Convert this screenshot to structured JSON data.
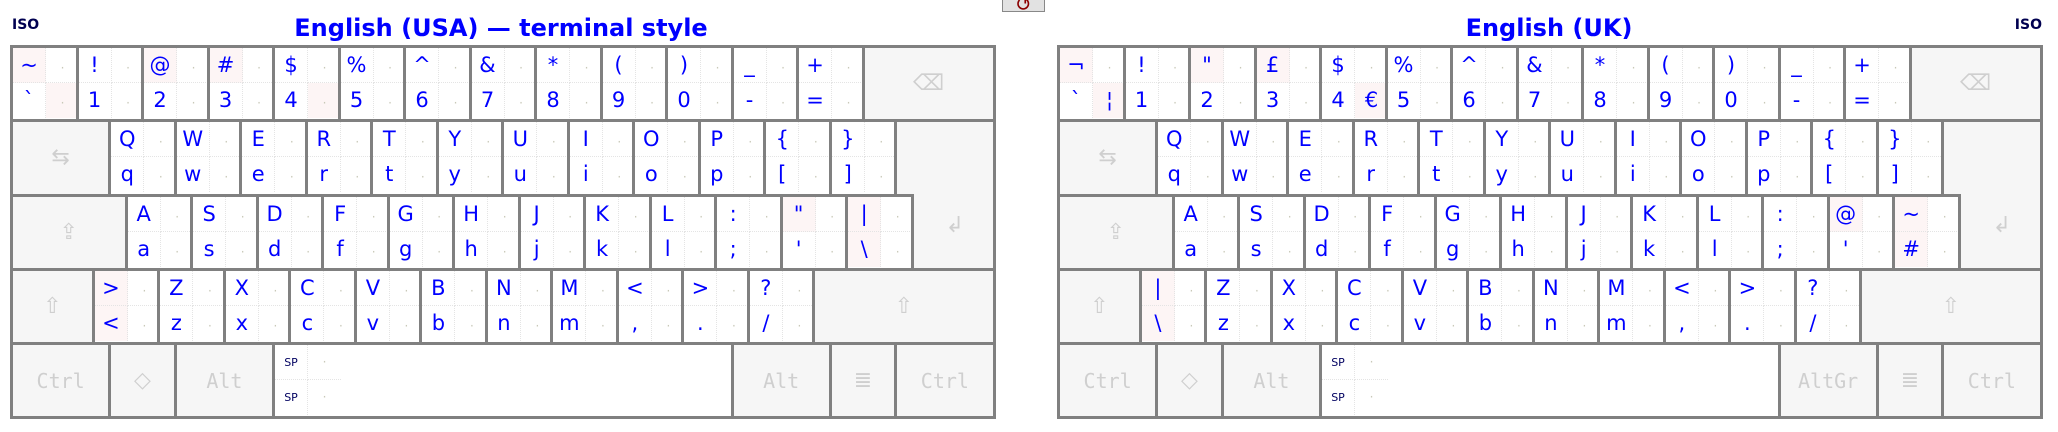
{
  "top_button": {
    "icon": "reset-icon",
    "glyph": "↺"
  },
  "keyboards": [
    {
      "name": "us-terminal",
      "title": "English (USA) — terminal style",
      "form_factor": "ISO",
      "rows": [
        [
          {
            "tl": "~",
            "bl": "`",
            "pink": [
              "tl",
              "br"
            ]
          },
          {
            "tl": "!",
            "bl": "1"
          },
          {
            "tl": "@",
            "bl": "2",
            "pink": [
              "tl"
            ]
          },
          {
            "tl": "#",
            "bl": "3",
            "pink": [
              "tl"
            ]
          },
          {
            "tl": "$",
            "bl": "4",
            "pink": [
              "br"
            ]
          },
          {
            "tl": "%",
            "bl": "5"
          },
          {
            "tl": "^",
            "bl": "6"
          },
          {
            "tl": "&",
            "bl": "7"
          },
          {
            "tl": "*",
            "bl": "8"
          },
          {
            "tl": "(",
            "bl": "9"
          },
          {
            "tl": ")",
            "bl": "0"
          },
          {
            "tl": "_",
            "bl": "-"
          },
          {
            "tl": "+",
            "bl": "="
          },
          {
            "mod": "backspace",
            "w": 2,
            "icon": "backspace-icon"
          }
        ],
        [
          {
            "mod": "tab",
            "w": 1.5,
            "icon": "tab-icon"
          },
          {
            "tl": "Q",
            "bl": "q"
          },
          {
            "tl": "W",
            "bl": "w"
          },
          {
            "tl": "E",
            "bl": "e"
          },
          {
            "tl": "R",
            "bl": "r"
          },
          {
            "tl": "T",
            "bl": "t"
          },
          {
            "tl": "Y",
            "bl": "y"
          },
          {
            "tl": "U",
            "bl": "u"
          },
          {
            "tl": "I",
            "bl": "i"
          },
          {
            "tl": "O",
            "bl": "o"
          },
          {
            "tl": "P",
            "bl": "p"
          },
          {
            "tl": "{",
            "bl": "["
          },
          {
            "tl": "}",
            "bl": "]"
          },
          {
            "mod": "enter",
            "w": 1.5,
            "span": 2,
            "icon": "enter-icon"
          }
        ],
        [
          {
            "mod": "capslock",
            "w": 1.75,
            "icon": "capslock-icon"
          },
          {
            "tl": "A",
            "bl": "a"
          },
          {
            "tl": "S",
            "bl": "s"
          },
          {
            "tl": "D",
            "bl": "d"
          },
          {
            "tl": "F",
            "bl": "f"
          },
          {
            "tl": "G",
            "bl": "g"
          },
          {
            "tl": "H",
            "bl": "h"
          },
          {
            "tl": "J",
            "bl": "j"
          },
          {
            "tl": "K",
            "bl": "k"
          },
          {
            "tl": "L",
            "bl": "l"
          },
          {
            "tl": ":",
            "bl": ";"
          },
          {
            "tl": "\"",
            "bl": "'",
            "pink": [
              "tl"
            ]
          },
          {
            "tl": "|",
            "bl": "\\",
            "pink": [
              "tl",
              "bl"
            ]
          }
        ],
        [
          {
            "mod": "shift-left",
            "w": 1.25,
            "icon": "shift-icon"
          },
          {
            "tl": ">",
            "bl": "<",
            "pink": [
              "tl",
              "bl"
            ]
          },
          {
            "tl": "Z",
            "bl": "z"
          },
          {
            "tl": "X",
            "bl": "x"
          },
          {
            "tl": "C",
            "bl": "c"
          },
          {
            "tl": "V",
            "bl": "v"
          },
          {
            "tl": "B",
            "bl": "b"
          },
          {
            "tl": "N",
            "bl": "n"
          },
          {
            "tl": "M",
            "bl": "m"
          },
          {
            "tl": "<",
            "bl": ","
          },
          {
            "tl": ">",
            "bl": "."
          },
          {
            "tl": "?",
            "bl": "/"
          },
          {
            "mod": "shift-right",
            "w": 2.75,
            "icon": "shift-icon"
          }
        ],
        [
          {
            "mod": "ctrl-left",
            "w": 1.5,
            "label": "Ctrl"
          },
          {
            "mod": "super",
            "w": 1,
            "icon": "super-icon"
          },
          {
            "mod": "alt-left",
            "w": 1.5,
            "label": "Alt"
          },
          {
            "mod": "space",
            "w": 7,
            "tl": "SP",
            "bl": "SP"
          },
          {
            "mod": "alt-right",
            "w": 1.5,
            "label": "Alt"
          },
          {
            "mod": "menu",
            "w": 1,
            "icon": "menu-icon"
          },
          {
            "mod": "ctrl-right",
            "w": 1.5,
            "label": "Ctrl"
          }
        ]
      ]
    },
    {
      "name": "uk",
      "title": "English (UK)",
      "form_factor": "ISO",
      "rows": [
        [
          {
            "tl": "¬",
            "bl": "`",
            "br": "¦",
            "pink": [
              "tl",
              "br"
            ]
          },
          {
            "tl": "!",
            "bl": "1"
          },
          {
            "tl": "\"",
            "bl": "2",
            "pink": [
              "tl"
            ]
          },
          {
            "tl": "£",
            "bl": "3",
            "pink": [
              "tl"
            ]
          },
          {
            "tl": "$",
            "bl": "4",
            "br": "€",
            "pink": [
              "br"
            ]
          },
          {
            "tl": "%",
            "bl": "5"
          },
          {
            "tl": "^",
            "bl": "6"
          },
          {
            "tl": "&",
            "bl": "7"
          },
          {
            "tl": "*",
            "bl": "8"
          },
          {
            "tl": "(",
            "bl": "9"
          },
          {
            "tl": ")",
            "bl": "0"
          },
          {
            "tl": "_",
            "bl": "-"
          },
          {
            "tl": "+",
            "bl": "="
          },
          {
            "mod": "backspace",
            "w": 2,
            "icon": "backspace-icon"
          }
        ],
        [
          {
            "mod": "tab",
            "w": 1.5,
            "icon": "tab-icon"
          },
          {
            "tl": "Q",
            "bl": "q"
          },
          {
            "tl": "W",
            "bl": "w"
          },
          {
            "tl": "E",
            "bl": "e"
          },
          {
            "tl": "R",
            "bl": "r"
          },
          {
            "tl": "T",
            "bl": "t"
          },
          {
            "tl": "Y",
            "bl": "y"
          },
          {
            "tl": "U",
            "bl": "u"
          },
          {
            "tl": "I",
            "bl": "i"
          },
          {
            "tl": "O",
            "bl": "o"
          },
          {
            "tl": "P",
            "bl": "p"
          },
          {
            "tl": "{",
            "bl": "["
          },
          {
            "tl": "}",
            "bl": "]"
          },
          {
            "mod": "enter",
            "w": 1.5,
            "span": 2,
            "icon": "enter-icon"
          }
        ],
        [
          {
            "mod": "capslock",
            "w": 1.75,
            "icon": "capslock-icon"
          },
          {
            "tl": "A",
            "bl": "a"
          },
          {
            "tl": "S",
            "bl": "s"
          },
          {
            "tl": "D",
            "bl": "d"
          },
          {
            "tl": "F",
            "bl": "f"
          },
          {
            "tl": "G",
            "bl": "g"
          },
          {
            "tl": "H",
            "bl": "h"
          },
          {
            "tl": "J",
            "bl": "j"
          },
          {
            "tl": "K",
            "bl": "k"
          },
          {
            "tl": "L",
            "bl": "l"
          },
          {
            "tl": ":",
            "bl": ";"
          },
          {
            "tl": "@",
            "bl": "'",
            "pink": [
              "tl"
            ]
          },
          {
            "tl": "~",
            "bl": "#",
            "pink": [
              "tl",
              "bl"
            ]
          }
        ],
        [
          {
            "mod": "shift-left",
            "w": 1.25,
            "icon": "shift-icon"
          },
          {
            "tl": "|",
            "bl": "\\",
            "pink": [
              "tl",
              "bl"
            ]
          },
          {
            "tl": "Z",
            "bl": "z"
          },
          {
            "tl": "X",
            "bl": "x"
          },
          {
            "tl": "C",
            "bl": "c"
          },
          {
            "tl": "V",
            "bl": "v"
          },
          {
            "tl": "B",
            "bl": "b"
          },
          {
            "tl": "N",
            "bl": "n"
          },
          {
            "tl": "M",
            "bl": "m"
          },
          {
            "tl": "<",
            "bl": ","
          },
          {
            "tl": ">",
            "bl": "."
          },
          {
            "tl": "?",
            "bl": "/"
          },
          {
            "mod": "shift-right",
            "w": 2.75,
            "icon": "shift-icon"
          }
        ],
        [
          {
            "mod": "ctrl-left",
            "w": 1.5,
            "label": "Ctrl"
          },
          {
            "mod": "super",
            "w": 1,
            "icon": "super-icon"
          },
          {
            "mod": "alt-left",
            "w": 1.5,
            "label": "Alt"
          },
          {
            "mod": "space",
            "w": 7,
            "tl": "SP",
            "bl": "SP"
          },
          {
            "mod": "altgr",
            "w": 1.5,
            "label": "AltGr"
          },
          {
            "mod": "menu",
            "w": 1,
            "icon": "menu-icon"
          },
          {
            "mod": "ctrl-right",
            "w": 1.5,
            "label": "Ctrl"
          }
        ]
      ]
    }
  ]
}
